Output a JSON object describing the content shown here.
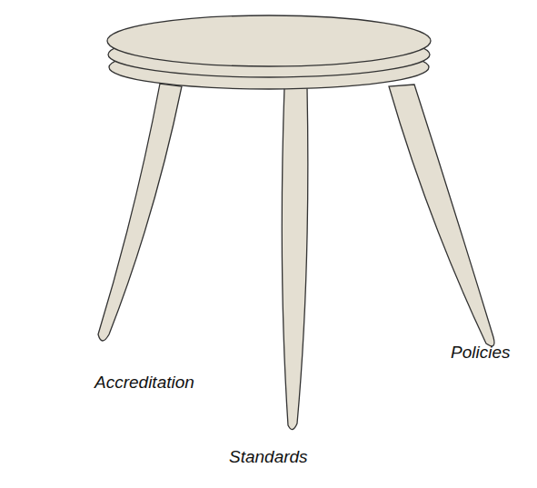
{
  "diagram": {
    "labels": [
      "Accreditation",
      "Standards",
      "Policies"
    ]
  }
}
